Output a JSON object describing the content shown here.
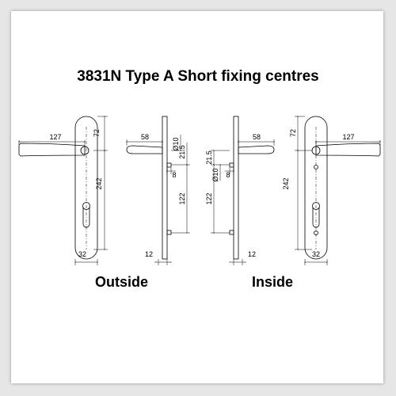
{
  "title": "3831N Type A Short fixing centres",
  "captions": {
    "outside": "Outside",
    "inside": "Inside"
  },
  "dims": {
    "lever_length": "127",
    "top_to_spindle": "72",
    "spindle_to_cylinder": "242",
    "plate_width": "32",
    "lever_projection": "58",
    "spindle_dia": "Ø10",
    "offset_215": "21.5",
    "eight": "8",
    "fixing_centres": "122",
    "plate_depth": "12"
  },
  "colors": {
    "line": "#000000",
    "frame_bg": "#ffffff",
    "outer_bg": "#e6e6e6"
  }
}
